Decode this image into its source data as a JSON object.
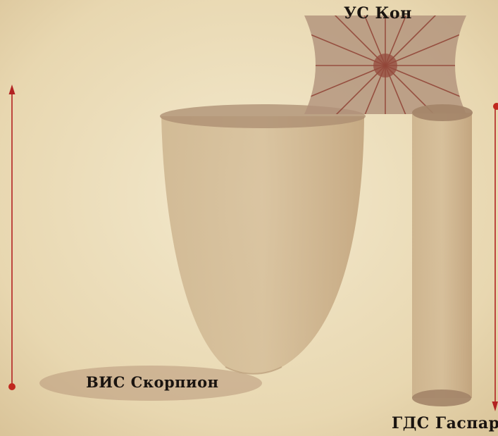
{
  "labels": {
    "kon": "УС Кон",
    "skorpion": "ВИС Скорпион",
    "gaspar": "ГДС Гаспар"
  },
  "colors": {
    "parchment_light": "#f1e6c8",
    "parchment_dark": "#dcc79b",
    "vessel_fill": "#c9ad86",
    "vessel_dark": "#9b7a60",
    "arrow": "#b22222",
    "spoke": "#8c3b2e"
  },
  "scale_arrows": {
    "left": "upward scale arrow",
    "right": "downward scale arrow"
  }
}
